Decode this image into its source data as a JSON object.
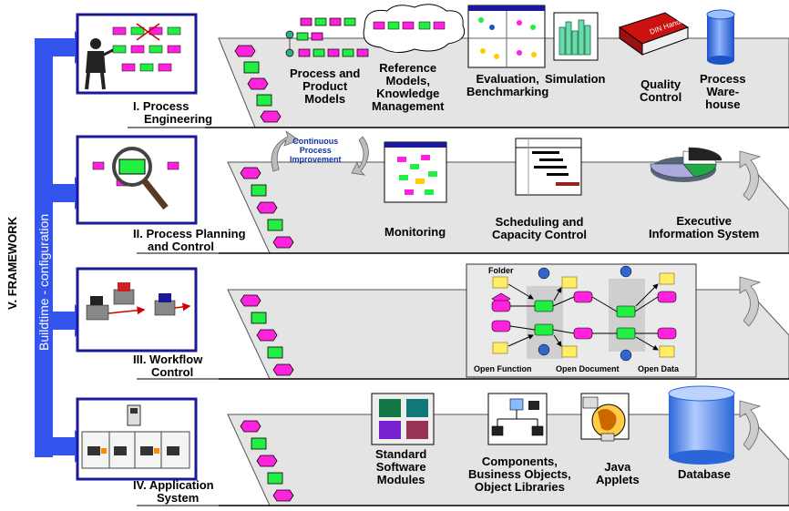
{
  "framework": {
    "title": "V. FRAMEWORK",
    "subtitle": "Buildtime - configuration"
  },
  "layers": [
    {
      "title": "I. Process Engineering"
    },
    {
      "title": "II. Process Planning and Control"
    },
    {
      "title": "III. Workflow Control"
    },
    {
      "title": "IV. Application System"
    }
  ],
  "layer1": {
    "title_line1": "I. Process",
    "title_line2": "Engineering",
    "item1_l1": "Process and",
    "item1_l2": "Product",
    "item1_l3": "Models",
    "item2_l1": "Reference",
    "item2_l2": "Models,",
    "item2_l3": "Knowledge",
    "item2_l4": "Management",
    "item3_l1": "Evaluation,",
    "item3_l2": "Benchmarking",
    "item4": "Simulation",
    "item5_l1": "Quality",
    "item5_l2": "Control",
    "item6_l1": "Process",
    "item6_l2": "Ware-",
    "item6_l3": "house",
    "book_text": "DIN Handbuch"
  },
  "layer2": {
    "title_line1": "II. Process Planning",
    "title_line2": "and Control",
    "cycle_l1": "Continuous",
    "cycle_l2": "Process",
    "cycle_l3": "Improvement",
    "item1": "Monitoring",
    "item2_l1": "Scheduling and",
    "item2_l2": "Capacity Control",
    "item3_l1": "Executive",
    "item3_l2": "Information System"
  },
  "layer3": {
    "title_line1": "III. Workflow",
    "title_line2": "Control",
    "folder": "Folder",
    "open_function": "Open Function",
    "open_document": "Open Document",
    "open_data": "Open Data"
  },
  "layer4": {
    "title_line1": "IV. Application",
    "title_line2": "System",
    "item1_l1": "Standard",
    "item1_l2": "Software",
    "item1_l3": "Modules",
    "item2_l1": "Components,",
    "item2_l2": "Business Objects,",
    "item2_l3": "Object Libraries",
    "item3_l1": "Java",
    "item3_l2": "Applets",
    "item4": "Database"
  },
  "colors": {
    "framework_blue": "#3355ee",
    "slab_fill": "#e4e4e4",
    "event_magenta": "#ff22dd",
    "function_green": "#22ee44",
    "frame_navy": "#1a1a99",
    "cycle_text": "#1133aa"
  }
}
